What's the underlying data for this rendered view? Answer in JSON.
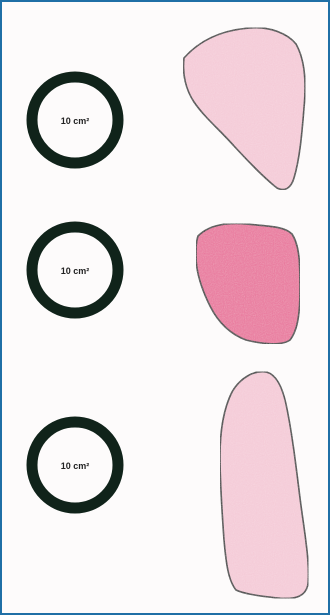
{
  "rings": [
    {
      "label": "10 cm²"
    },
    {
      "label": "10 cm²"
    },
    {
      "label": "10 cm²"
    }
  ],
  "colors": {
    "frame_border": "#1f6fa6",
    "ring": "#10231a",
    "shape_outline": "#3a3a3a",
    "shape_light_fill": "#f4c9d6",
    "shape_dark_fill": "#e8739a"
  },
  "shapes": [
    {
      "name": "irregular-shape-top",
      "tone": "light"
    },
    {
      "name": "irregular-shape-middle",
      "tone": "dark"
    },
    {
      "name": "irregular-shape-bottom",
      "tone": "light"
    }
  ]
}
